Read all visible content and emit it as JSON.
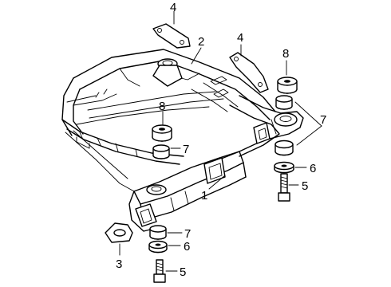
{
  "diagram": {
    "callouts": [
      {
        "id": "c4a",
        "text": "4"
      },
      {
        "id": "c2",
        "text": "2"
      },
      {
        "id": "c4b",
        "text": "4"
      },
      {
        "id": "c8a",
        "text": "8"
      },
      {
        "id": "c8b",
        "text": "8"
      },
      {
        "id": "c7a",
        "text": "7"
      },
      {
        "id": "c7b",
        "text": "7"
      },
      {
        "id": "c6a",
        "text": "6"
      },
      {
        "id": "c5a",
        "text": "5"
      },
      {
        "id": "c1",
        "text": "1"
      },
      {
        "id": "c7c",
        "text": "7"
      },
      {
        "id": "c6b",
        "text": "6"
      },
      {
        "id": "c3",
        "text": "3"
      },
      {
        "id": "c5b",
        "text": "5"
      }
    ]
  }
}
